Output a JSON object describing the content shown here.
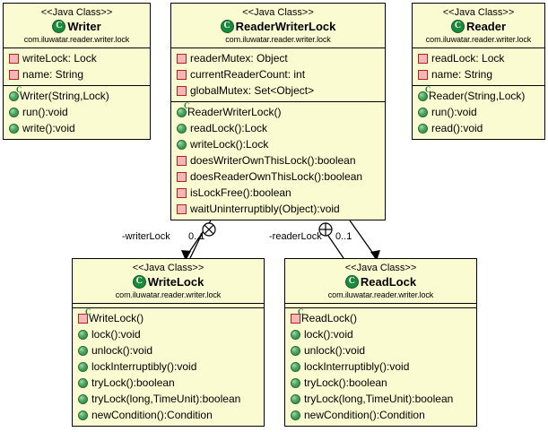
{
  "diagram": {
    "type": "uml-class-diagram",
    "package": "com.iluwatar.reader.writer.lock",
    "stereotype": "<<Java Class>>",
    "colors": {
      "class_fill": "#fbfbd2",
      "class_border": "#000000",
      "public_icon": "#3e9a55",
      "private_icon": "#b22222",
      "class_icon": "#1a8a3c",
      "background": "#ffffff"
    }
  },
  "classes": [
    {
      "id": "writer",
      "stereotype": "<<Java Class>>",
      "name": "Writer",
      "package": "com.iluwatar.reader.writer.lock",
      "attributes": [
        {
          "visibility": "private",
          "text": "writeLock: Lock"
        },
        {
          "visibility": "private",
          "text": "name: String"
        }
      ],
      "operations": [
        {
          "visibility": "public",
          "constructor": true,
          "text": "Writer(String,Lock)"
        },
        {
          "visibility": "public",
          "constructor": false,
          "text": "run():void"
        },
        {
          "visibility": "public",
          "constructor": false,
          "text": "write():void"
        }
      ]
    },
    {
      "id": "readerwriterlock",
      "stereotype": "<<Java Class>>",
      "name": "ReaderWriterLock",
      "package": "com.iluwatar.reader.writer.lock",
      "attributes": [
        {
          "visibility": "private",
          "text": "readerMutex: Object"
        },
        {
          "visibility": "private",
          "text": "currentReaderCount: int"
        },
        {
          "visibility": "private",
          "text": "globalMutex: Set<Object>"
        }
      ],
      "operations": [
        {
          "visibility": "public",
          "constructor": true,
          "text": "ReaderWriterLock()"
        },
        {
          "visibility": "public",
          "constructor": false,
          "text": "readLock():Lock"
        },
        {
          "visibility": "public",
          "constructor": false,
          "text": "writeLock():Lock"
        },
        {
          "visibility": "private",
          "constructor": false,
          "text": "doesWriterOwnThisLock():boolean"
        },
        {
          "visibility": "private",
          "constructor": false,
          "text": "doesReaderOwnThisLock():boolean"
        },
        {
          "visibility": "private",
          "constructor": false,
          "text": "isLockFree():boolean"
        },
        {
          "visibility": "private",
          "constructor": false,
          "text": "waitUninterruptibly(Object):void"
        }
      ]
    },
    {
      "id": "reader",
      "stereotype": "<<Java Class>>",
      "name": "Reader",
      "package": "com.iluwatar.reader.writer.lock",
      "attributes": [
        {
          "visibility": "private",
          "text": "readLock: Lock"
        },
        {
          "visibility": "private",
          "text": "name: String"
        }
      ],
      "operations": [
        {
          "visibility": "public",
          "constructor": true,
          "text": "Reader(String,Lock)"
        },
        {
          "visibility": "public",
          "constructor": false,
          "text": "run():void"
        },
        {
          "visibility": "public",
          "constructor": false,
          "text": "read():void"
        }
      ]
    },
    {
      "id": "writelock",
      "stereotype": "<<Java Class>>",
      "name": "WriteLock",
      "package": "com.iluwatar.reader.writer.lock",
      "attributes": [],
      "operations": [
        {
          "visibility": "private",
          "constructor": true,
          "text": "WriteLock()"
        },
        {
          "visibility": "public",
          "constructor": false,
          "text": "lock():void"
        },
        {
          "visibility": "public",
          "constructor": false,
          "text": "unlock():void"
        },
        {
          "visibility": "public",
          "constructor": false,
          "text": "lockInterruptibly():void"
        },
        {
          "visibility": "public",
          "constructor": false,
          "text": "tryLock():boolean"
        },
        {
          "visibility": "public",
          "constructor": false,
          "text": "tryLock(long,TimeUnit):boolean"
        },
        {
          "visibility": "public",
          "constructor": false,
          "text": "newCondition():Condition"
        }
      ]
    },
    {
      "id": "readlock",
      "stereotype": "<<Java Class>>",
      "name": "ReadLock",
      "package": "com.iluwatar.reader.writer.lock",
      "attributes": [],
      "operations": [
        {
          "visibility": "private",
          "constructor": true,
          "text": "ReadLock()"
        },
        {
          "visibility": "public",
          "constructor": false,
          "text": "lock():void"
        },
        {
          "visibility": "public",
          "constructor": false,
          "text": "unlock():void"
        },
        {
          "visibility": "public",
          "constructor": false,
          "text": "lockInterruptibly():void"
        },
        {
          "visibility": "public",
          "constructor": false,
          "text": "tryLock():boolean"
        },
        {
          "visibility": "public",
          "constructor": false,
          "text": "tryLock(long,TimeUnit):boolean"
        },
        {
          "visibility": "public",
          "constructor": false,
          "text": "newCondition():Condition"
        }
      ]
    }
  ],
  "associations": [
    {
      "id": "writerlock-assoc",
      "from": "readerwriterlock",
      "to": "writelock",
      "role": "-writerLock",
      "multiplicity": "0..1",
      "end_marker": "circle-x"
    },
    {
      "id": "readerlock-assoc",
      "from": "readerwriterlock",
      "to": "readlock",
      "role": "-readerLock",
      "multiplicity": "0..1",
      "end_marker": "circle-plus"
    }
  ]
}
